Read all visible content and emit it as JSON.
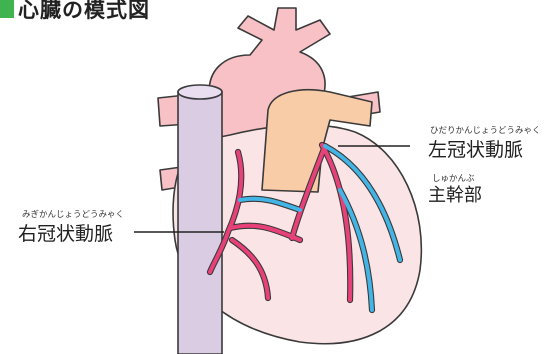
{
  "title": "心臓の模式図",
  "labels": {
    "left_coronary": {
      "text": "左冠状動脈",
      "ruby": "ひだりかんじょうどうみゃく"
    },
    "main_trunk": {
      "text": "主幹部",
      "ruby": "しゅかんぶ"
    },
    "right_coronary": {
      "text": "右冠状動脈",
      "ruby": "みぎかんじょうどうみゃく"
    }
  },
  "colors": {
    "title_mark": "#3fb34f",
    "heart_fill": "#fbe4e6",
    "outline": "#3a3a3a",
    "vessel_pink_light": "#f7c1c6",
    "vena_cava": "#d9cce3",
    "pulmonary_trunk": "#f9cca8",
    "artery_red": "#e8417a",
    "vein_blue": "#42b4e6"
  }
}
